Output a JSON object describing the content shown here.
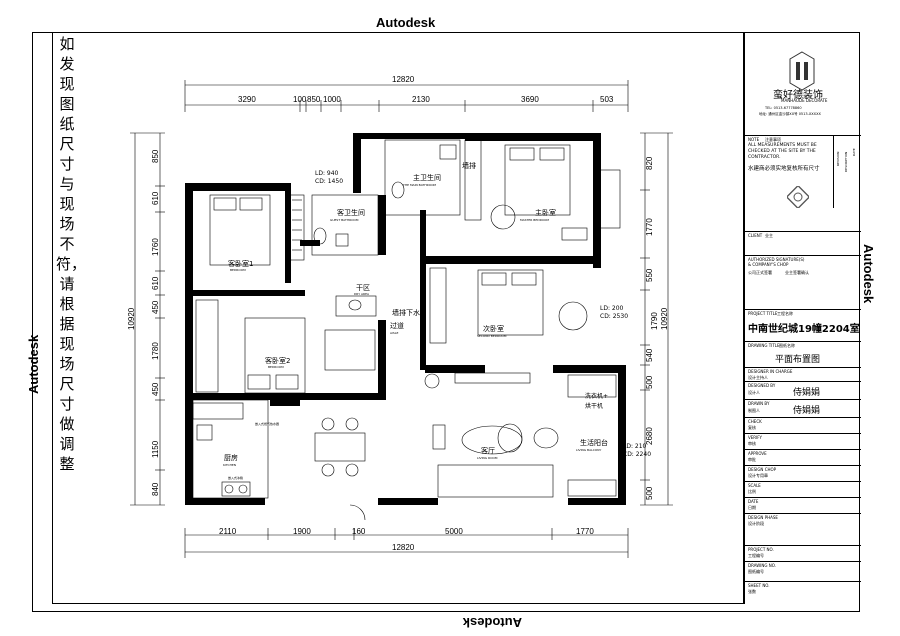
{
  "watermark": {
    "top": "Autodesk",
    "bottom": "Autodesk",
    "left": "Autodesk",
    "right": "Autodesk"
  },
  "note": "如发现图纸尺寸与现场不符，请根据现场尺寸做调整",
  "dims": {
    "top_total": "12820",
    "top_segments": [
      "3290",
      "100",
      "850",
      "1000",
      "2130",
      "3690",
      "503"
    ],
    "bottom_total": "12820",
    "bottom_segments": [
      "2110",
      "1900",
      "160",
      "5000",
      "1770"
    ],
    "left_total": "10920",
    "left_segments": [
      "850",
      "610",
      "1760",
      "610",
      "450",
      "1780",
      "450",
      "1150",
      "840"
    ],
    "right_total_a": "10920",
    "right_total_b": "1790",
    "right_segments": [
      "820",
      "1770",
      "550",
      "540",
      "500",
      "2680",
      "500"
    ]
  },
  "rooms": {
    "guest_bath": "客卫生间",
    "guest_bath_en": "GUEST BATHROOM",
    "guest_bath_ld": "LD: 940",
    "guest_bath_cd": "CD: 1450",
    "bedroom1": "客卧室1",
    "bedroom1_en": "BEDROOM",
    "master_bath": "主卫生间",
    "master_bath_en": "THE MAIN BATHROOM",
    "master_bed": "主卧室",
    "master_bed_en": "MASTER BEDROOM",
    "dry_area": "干区",
    "dry_area_en": "DRY AREA",
    "aisle": "过道",
    "aisle_en": "AISLE",
    "bedroom2": "客卧室2",
    "bedroom2_en": "BEDROOM",
    "second_bed": "次卧室",
    "second_bed_en": "SECOND BEDROOM",
    "second_ld": "LD: 200",
    "second_cd": "CD: 2530",
    "kitchen": "厨房",
    "kitchen_en": "KITCHEN",
    "living": "客厅",
    "living_en": "LIVING ROOM",
    "balcony": "生活阳台",
    "balcony_en": "LIVING BALCONY",
    "balcony_ld": "LD: 210",
    "balcony_cd": "CD: 2240",
    "drain1": "墙排",
    "drain2": "墙排下水",
    "washer": "洗衣机+",
    "dryer": "烘干机",
    "fridge": "嵌入式冰箱",
    "gas_note": "嵌入式燃气热水器"
  },
  "title_block": {
    "company_cn": "蛮好德装饰",
    "company_en": "MANHAODE DECORATE",
    "company_tel": "TEL: 0513-67778860",
    "company_addr": "地址: 通州区金沙镇XX号 0513-XXXXX",
    "note_label": "NOTE",
    "note_label_cn": "注意事项",
    "note_text_en": "ALL MEASUREMENTS MUST BE CHECKED AT THE SITE BY THE CONTRACTOR.",
    "note_text_cn": "水建商必须实地复核所有尺寸",
    "client_label": "CLIENT",
    "client_label_cn": "业主",
    "sign_label": "AUTHORIZED SIGNATURE(S) & COMPANY'S CHOP",
    "sign_label_cn": "公司正式签署",
    "sign_approved": "业主签署确认",
    "project_label": "PROJECT TITLE",
    "project_label_cn": "工程名称",
    "project_title": "中南世纪城19幢2204室",
    "drawing_label": "DRAWING TITLE",
    "drawing_label_cn": "图纸名称",
    "drawing_title": "平面布置图",
    "designer_charge_label": "DESIGNER IN CHARGE",
    "designer_charge_cn": "设计主持人",
    "designed_label": "DESIGNED BY",
    "designed_cn": "设计人",
    "designed_name": "侍娟娟",
    "drawn_label": "DRAWN BY",
    "drawn_cn": "制图人",
    "drawn_name": "侍娟娟",
    "check_label": "CHECK",
    "check_cn": "复核",
    "verify_label": "VERIFY",
    "verify_cn": "审核",
    "approve_label": "APPROVE",
    "approve_cn": "审批",
    "chop_label": "DESIGN CHOP",
    "chop_cn": "设计专用章",
    "scale_label": "SCALE",
    "scale_cn": "比例",
    "date_label": "DATE",
    "date_cn": "日期",
    "phase_label": "DESIGN PHASE",
    "phase_cn": "设计阶段",
    "project_no_label": "PROJECT NO.",
    "project_no_cn": "工程编号",
    "drawing_no_label": "DRAWING NO.",
    "drawing_no_cn": "图纸编号",
    "sheet_no_label": "SHEET NO.",
    "sheet_no_cn": "张数",
    "revisions": [
      "REVISION",
      "DESCRIPTION",
      "DATE"
    ]
  }
}
